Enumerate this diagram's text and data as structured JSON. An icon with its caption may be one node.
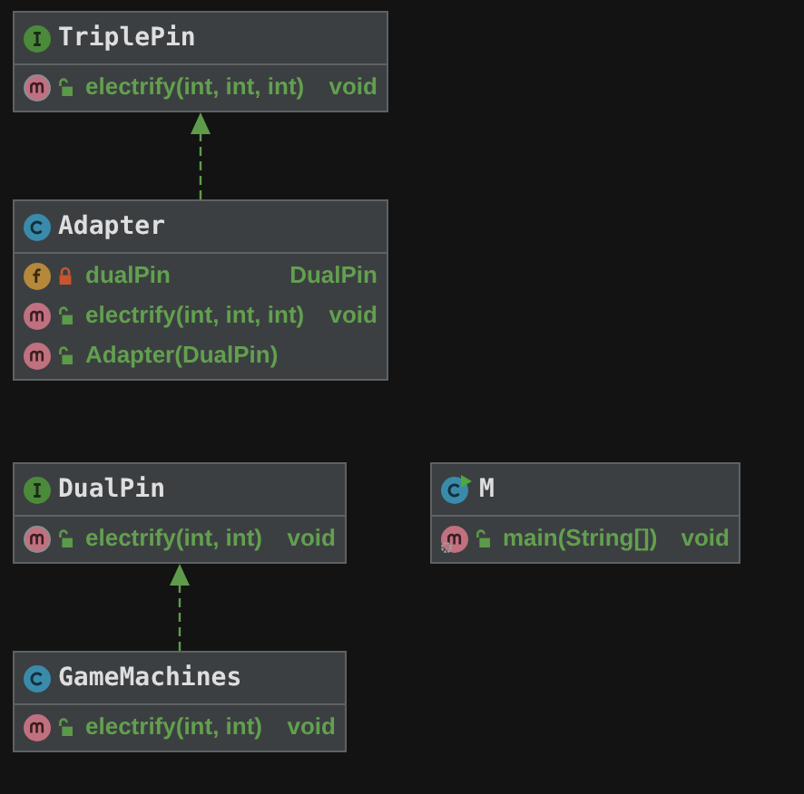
{
  "diagram": {
    "nodes": [
      {
        "text": [
          "TriplePin",
          "electrify(int, int, int)",
          "void"
        ]
      },
      {
        "text": [
          "Adapter",
          "dualPin",
          "DualPin",
          "electrify(int, int, int)",
          "void",
          "Adapter(DualPin)"
        ]
      },
      {
        "text": [
          "DualPin",
          "electrify(int, int)",
          "void"
        ]
      },
      {
        "text": [
          "M",
          "main(String[])",
          "void"
        ]
      },
      {
        "text": [
          "GameMachines",
          "electrify(int, int)",
          "void"
        ]
      }
    ],
    "edges": [
      {
        "from": 1,
        "to": 0,
        "arrow": "to",
        "style": "dashed"
      },
      {
        "from": 4,
        "to": 2,
        "arrow": "to",
        "style": "dashed"
      }
    ]
  }
}
